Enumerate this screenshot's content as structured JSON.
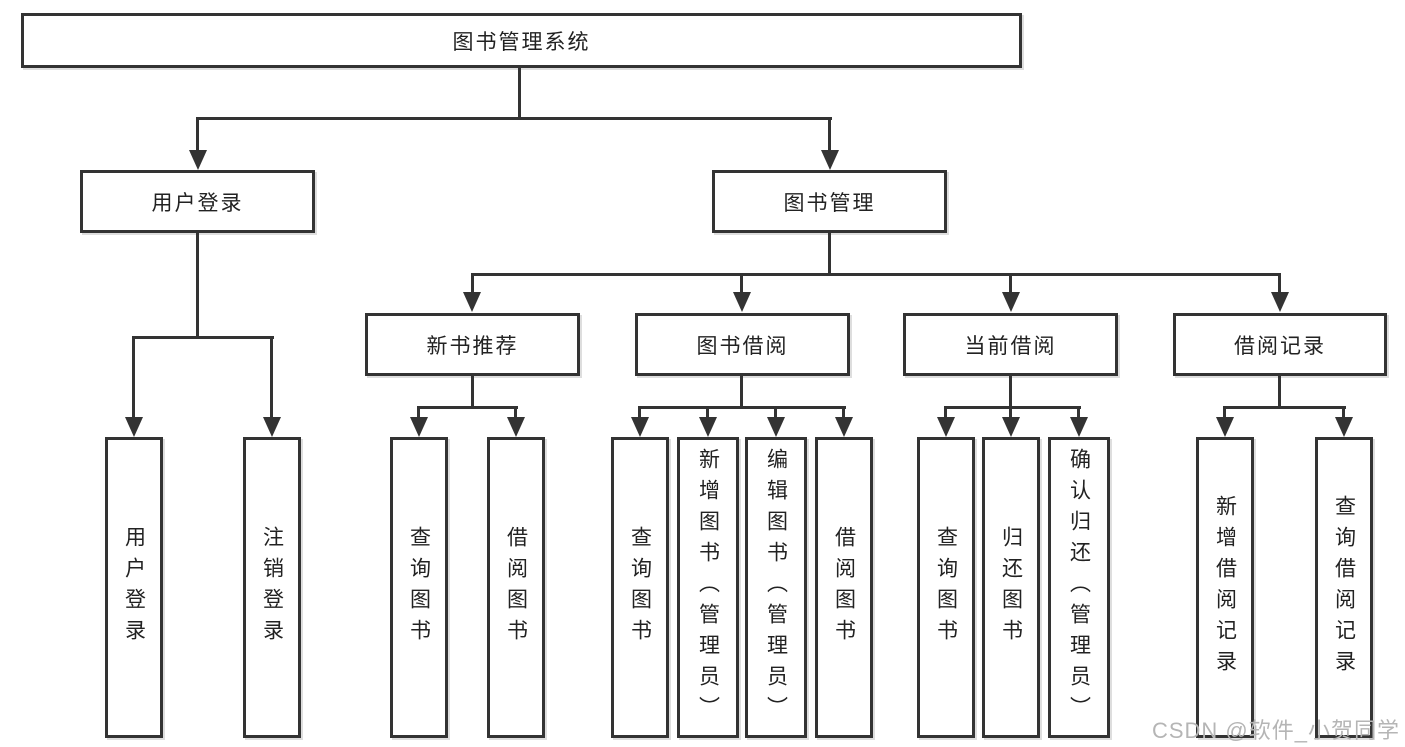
{
  "diagram": {
    "root": {
      "label": "图书管理系统"
    },
    "level2": [
      {
        "label": "用户登录",
        "actions": [
          "用户登录",
          "注销登录"
        ]
      },
      {
        "label": "图书管理",
        "modules": [
          {
            "label": "新书推荐",
            "actions": [
              "查询图书",
              "借阅图书"
            ]
          },
          {
            "label": "图书借阅",
            "actions": [
              "查询图书",
              "新增图书（管理员）",
              "编辑图书（管理员）",
              "借阅图书"
            ]
          },
          {
            "label": "当前借阅",
            "actions": [
              "查询图书",
              "归还图书",
              "确认归还（管理员）"
            ]
          },
          {
            "label": "借阅记录",
            "actions": [
              "新增借阅记录",
              "查询借阅记录"
            ]
          }
        ]
      }
    ]
  },
  "watermark": {
    "text": "CSDN @软件_小贺同学"
  },
  "colors": {
    "line": "#333333",
    "text": "#222222",
    "background": "#ffffff",
    "watermark": "#b5b5b5"
  }
}
